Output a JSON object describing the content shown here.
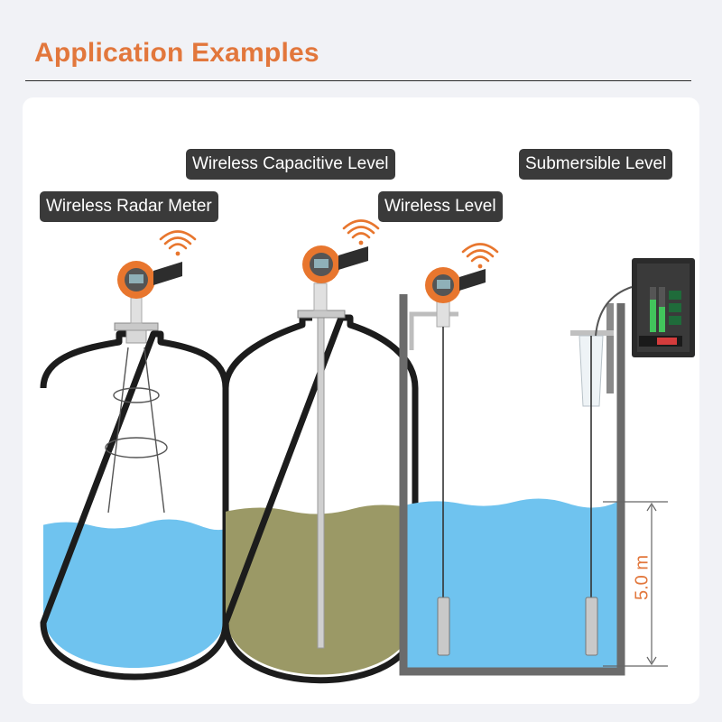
{
  "section": {
    "title": "Application Examples"
  },
  "labels": {
    "radar": "Wireless Radar Meter",
    "capacitive": "Wireless Capacitive Level",
    "wireless": "Wireless Level",
    "submersible": "Submersible Level"
  },
  "depth_marker": {
    "text": "5.0 m"
  },
  "colors": {
    "accent": "#e2773c",
    "water": "#6fc3ef",
    "sludge": "#9b9966",
    "tag_bg": "#3a3a3a",
    "tank_outline": "#1c1c1c"
  },
  "icons": {
    "signal": "wifi-signal-icon",
    "transmitter": "transmitter-head-icon",
    "display": "panel-display-icon"
  }
}
